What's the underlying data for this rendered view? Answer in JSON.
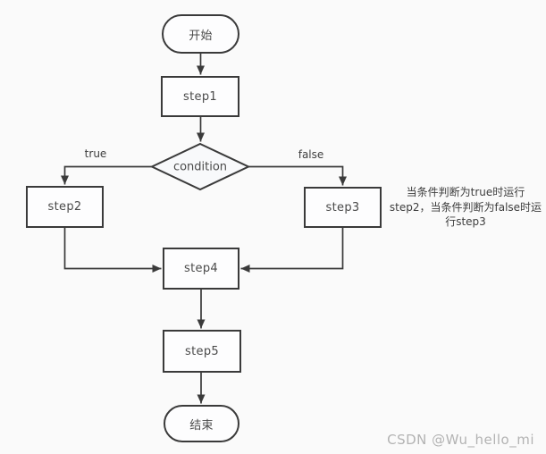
{
  "colors": {
    "background": "#fafafa",
    "stroke": "#3a3a3a",
    "node_fill": "#fdfdfe",
    "text": "#4a4a4a",
    "watermark": "#b3b3b3"
  },
  "nodes": {
    "start": {
      "label": "开始",
      "shape": "terminal"
    },
    "step1": {
      "label": "step1",
      "shape": "process"
    },
    "condition": {
      "label": "condition",
      "shape": "decision"
    },
    "step2": {
      "label": "step2",
      "shape": "process"
    },
    "step3": {
      "label": "step3",
      "shape": "process"
    },
    "step4": {
      "label": "step4",
      "shape": "process"
    },
    "step5": {
      "label": "step5",
      "shape": "process"
    },
    "end": {
      "label": "结束",
      "shape": "terminal"
    }
  },
  "edge_labels": {
    "true_branch": "true",
    "false_branch": "false"
  },
  "annotation": {
    "full_text": "当条件判断为true时运行step2，当条件判断为false时运行step3",
    "lines": {
      "0": "当条件判断为true时运行",
      "1": "step2，当条件判断为false时运",
      "2": "行step3"
    }
  },
  "watermark": {
    "text": "CSDN @Wu_hello_mi"
  }
}
